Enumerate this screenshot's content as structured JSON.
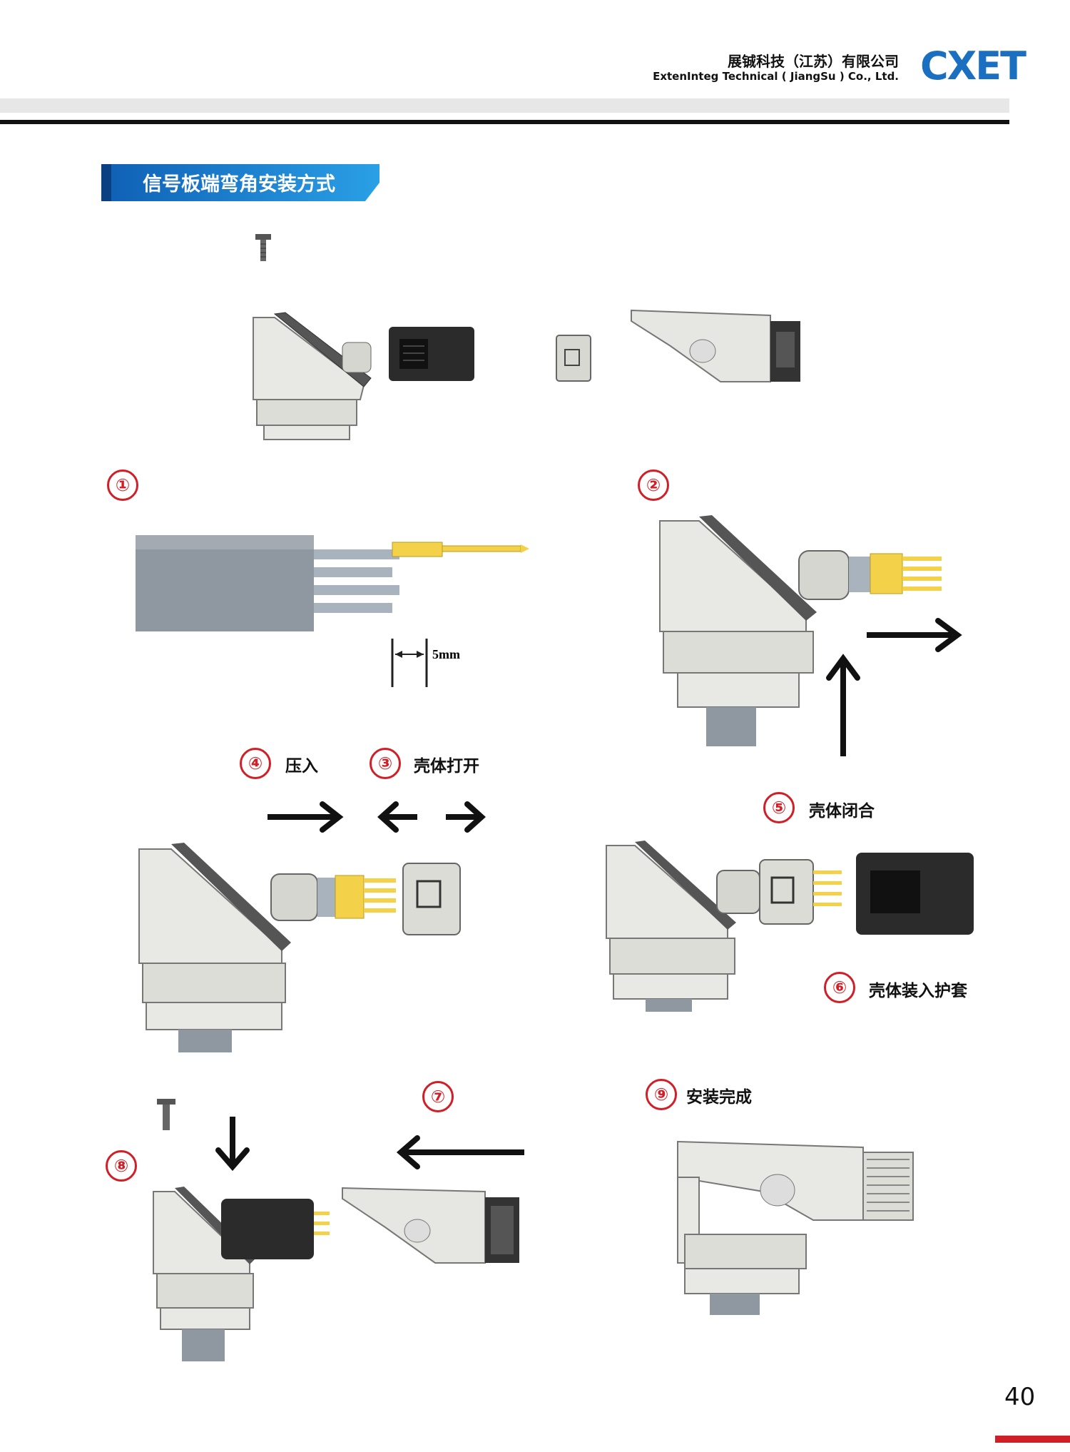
{
  "header": {
    "company_cn": "展铖科技（江苏）有限公司",
    "company_en": "ExtenInteg Technical ( JiangSu ) Co., Ltd.",
    "logo_text": "CXET",
    "accent_color": "#1a6fc0"
  },
  "section": {
    "title": "信号板端弯角安装方式",
    "banner_color": "#1a6fc0"
  },
  "steps": {
    "s1": {
      "number": "①"
    },
    "s2": {
      "number": "②"
    },
    "s3": {
      "number": "③",
      "label": "壳体打开"
    },
    "s4": {
      "number": "④",
      "label": "压入"
    },
    "s5": {
      "number": "⑤",
      "label": "壳体闭合"
    },
    "s6": {
      "number": "⑥",
      "label": "壳体装入护套"
    },
    "s7": {
      "number": "⑦"
    },
    "s8": {
      "number": "⑧"
    },
    "s9": {
      "number": "⑨",
      "label": "安装完成"
    }
  },
  "dimension_label": "5mm",
  "page_number": "40",
  "step_number_color": "#d01f27"
}
